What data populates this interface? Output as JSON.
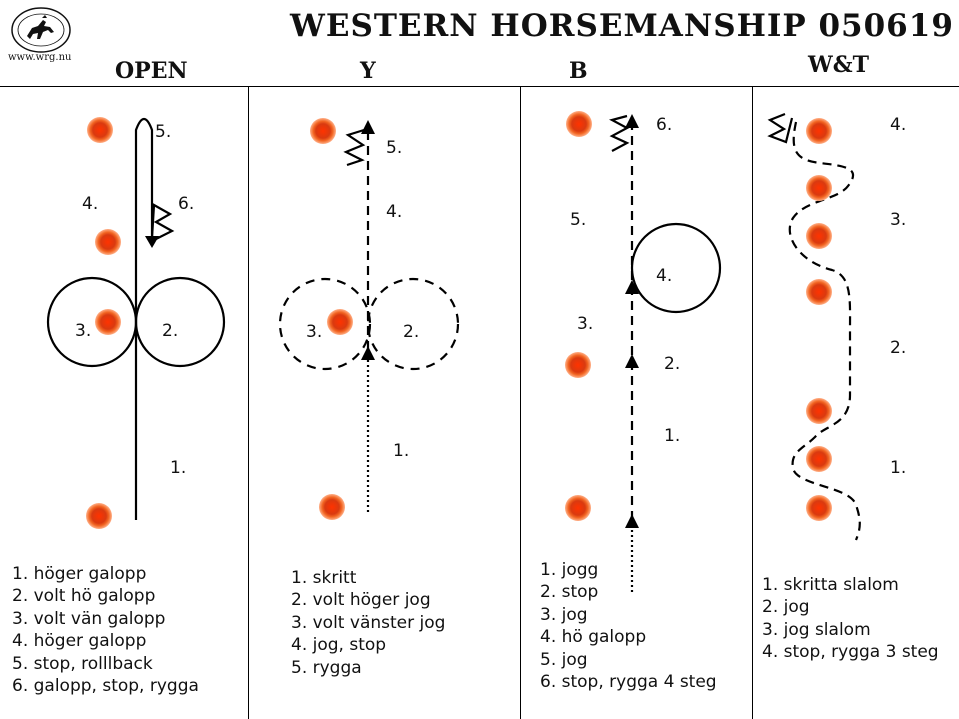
{
  "title": "WESTERN HORSEMANSHIP 050619",
  "logo": {
    "alt": "The Western Riders Club Sweden logo",
    "url": "www.wrg.nu"
  },
  "columns": [
    {
      "heading": "OPEN",
      "labels": [
        "1.",
        "2.",
        "3.",
        "4.",
        "5.",
        "6."
      ],
      "steps": [
        "1. höger galopp",
        "2. volt hö galopp",
        "3. volt vän galopp",
        "4. höger galopp",
        "5. stop, rolllback",
        "6. galopp, stop, rygga"
      ]
    },
    {
      "heading": "Y",
      "labels": [
        "1.",
        "2.",
        "3.",
        "4.",
        "5."
      ],
      "steps": [
        "1. skritt",
        "2. volt höger jog",
        "3. volt vänster jog",
        "4. jog, stop",
        "5. rygga"
      ]
    },
    {
      "heading": "B",
      "labels": [
        "1.",
        "2.",
        "3.",
        "4.",
        "5.",
        "6."
      ],
      "steps": [
        "1. jogg",
        "2. stop",
        "3. jog",
        "4. hö galopp",
        "5. jog",
        "6. stop, rygga 4 steg"
      ]
    },
    {
      "heading": "W&T",
      "labels": [
        "1.",
        "2.",
        "3.",
        "4."
      ],
      "steps": [
        "1. skritta slalom",
        "2. jog",
        "3. jog slalom",
        "4. stop, rygga 3 steg"
      ]
    }
  ],
  "colors": {
    "cone_outer": "#f26522",
    "cone_inner": "#d93a10",
    "line": "#000000"
  }
}
